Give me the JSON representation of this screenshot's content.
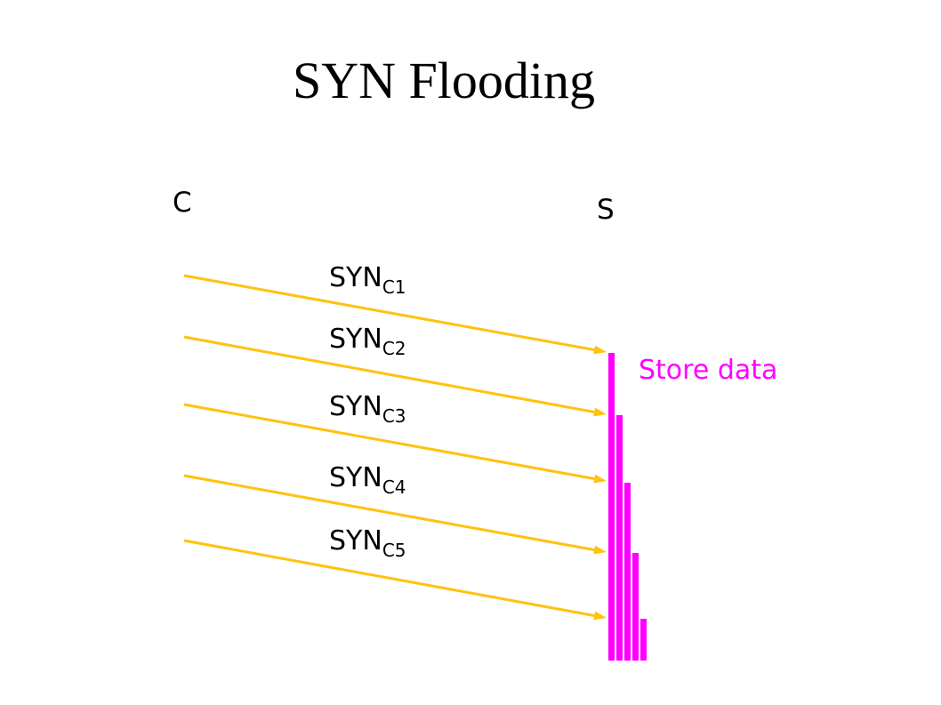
{
  "title": "SYN Flooding",
  "hosts": {
    "client": "C",
    "server": "S"
  },
  "messages": [
    {
      "name": "SYN",
      "sub": "C1"
    },
    {
      "name": "SYN",
      "sub": "C2"
    },
    {
      "name": "SYN",
      "sub": "C3"
    },
    {
      "name": "SYN",
      "sub": "C4"
    },
    {
      "name": "SYN",
      "sub": "C5"
    }
  ],
  "store_label": "Store data",
  "colors": {
    "arrow": "#FFC20E",
    "store": "#FF00FF",
    "text": "#000000"
  }
}
